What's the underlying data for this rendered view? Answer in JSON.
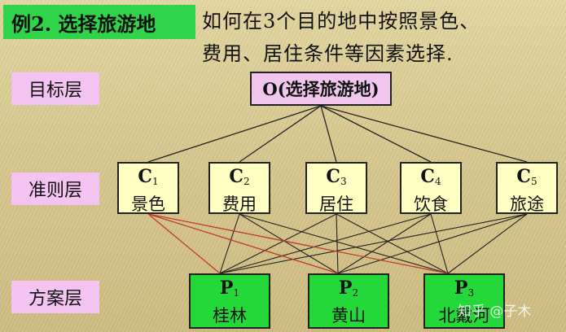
{
  "header": {
    "title": "例2.  选择旅游地",
    "description_line1": "如何在3个目的地中按照景色、",
    "description_line2": "费用、居住条件等因素选择."
  },
  "layers": {
    "goal_label": "目标层",
    "criteria_label": "准则层",
    "alternatives_label": "方案层"
  },
  "goal": {
    "text": "O(选择旅游地)"
  },
  "criteria": [
    {
      "letter": "C",
      "sub": "1",
      "name": "景色"
    },
    {
      "letter": "C",
      "sub": "2",
      "name": "费用"
    },
    {
      "letter": "C",
      "sub": "3",
      "name": "居住"
    },
    {
      "letter": "C",
      "sub": "4",
      "name": "饮食"
    },
    {
      "letter": "C",
      "sub": "5",
      "name": "旅途"
    }
  ],
  "alternatives": [
    {
      "letter": "P",
      "sub": "1",
      "name": "桂林"
    },
    {
      "letter": "P",
      "sub": "2",
      "name": "黄山"
    },
    {
      "letter": "P",
      "sub": "3",
      "name": "北戴河"
    }
  ],
  "colors": {
    "title_bg": "#2fd44a",
    "label_bg": "#f3c4f1",
    "goal_bg": "#f0c6ee",
    "criteria_bg": "#ffffc4",
    "alternative_bg": "#25d83a",
    "link_color": "#222222",
    "highlight_link_color": "#c0392b"
  },
  "watermark": "知乎 @子木"
}
